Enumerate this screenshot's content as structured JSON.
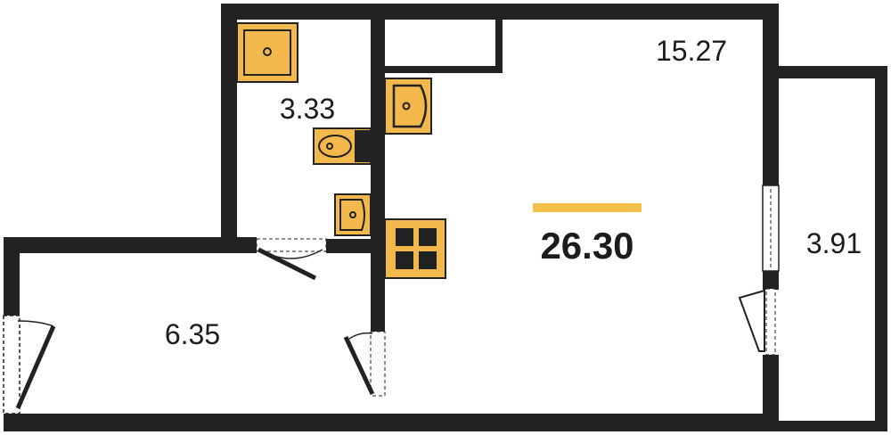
{
  "plan": {
    "total_area": "26.30",
    "rooms": {
      "main_room": "15.27",
      "bathroom": "3.33",
      "hallway": "6.35",
      "balcony": "3.91"
    },
    "fixtures": [
      "shower-tray",
      "toilet",
      "sink",
      "kitchen-sink",
      "stove"
    ],
    "colors": {
      "wall": "#222222",
      "fixture_fill": "#f2b84b",
      "accent_bar": "#f5c04a",
      "background": "#ffffff"
    }
  }
}
